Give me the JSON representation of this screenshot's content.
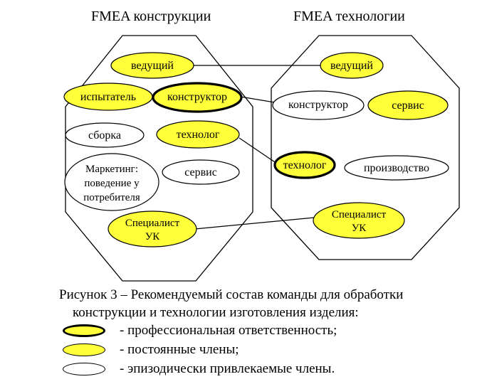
{
  "titles": {
    "left": "FMEA конструкции",
    "right": "FMEA технологии"
  },
  "nodes": {
    "left_lead": "ведущий",
    "left_tester": "испытатель",
    "left_designer": "конструктор",
    "left_assembly": "сборка",
    "left_technologist": "технолог",
    "left_marketing_1": "Маркетинг:",
    "left_marketing_2": "поведение у",
    "left_marketing_3": "потребителя",
    "left_service": "сервис",
    "left_qc_1": "Специалист",
    "left_qc_2": "УК",
    "right_lead": "ведущий",
    "right_designer": "конструктор",
    "right_service": "сервис",
    "right_technologist": "технолог",
    "right_production": "производство",
    "right_qc_1": "Специалист",
    "right_qc_2": "УК"
  },
  "caption": {
    "line1": "Рисунок 3 – Рекомендуемый состав команды для обработки",
    "line2": "конструкции и технологии изготовления изделия:"
  },
  "legend": [
    {
      "text": "- профессиональная ответственность;",
      "fill": "#FFFF3A",
      "border": "thick"
    },
    {
      "text": "- постоянные члены;",
      "fill": "#FFFF3A",
      "border": "thin"
    },
    {
      "text": "- эпизодически привлекаемые члены.",
      "fill": "#FFFFFF",
      "border": "thin"
    }
  ],
  "colors": {
    "yellow": "#FFFF3A",
    "white": "#FFFFFF",
    "stroke": "#000000"
  }
}
